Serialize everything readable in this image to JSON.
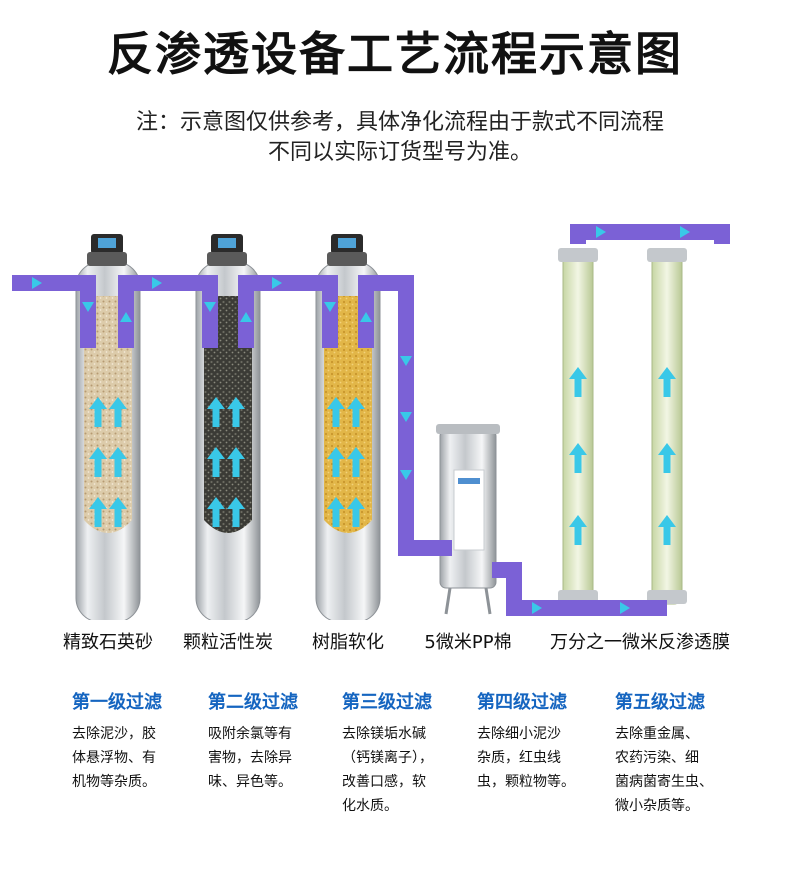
{
  "title": "反渗透设备工艺流程示意图",
  "note": {
    "line1": "注：示意图仅供参考，具体净化流程由于款式不同流程",
    "line2": "不同以实际订货型号为准。"
  },
  "equipment": [
    {
      "label": "精致石英砂"
    },
    {
      "label": "颗粒活性炭"
    },
    {
      "label": "树脂软化"
    },
    {
      "label": "5微米PP棉"
    },
    {
      "label": "万分之一微米反渗透膜"
    }
  ],
  "stages": [
    {
      "title": "第一级过滤",
      "desc": [
        "去除泥沙，胶",
        "体悬浮物、有",
        "机物等杂质。"
      ]
    },
    {
      "title": "第二级过滤",
      "desc": [
        "吸附余氯等有",
        "害物，去除异",
        "味、异色等。"
      ]
    },
    {
      "title": "第三级过滤",
      "desc": [
        "去除镁垢水碱",
        "（钙镁离子），",
        "改善口感，软",
        "化水质。"
      ]
    },
    {
      "title": "第四级过滤",
      "desc": [
        "去除细小泥沙",
        "杂质，红虫线",
        "虫，颗粒物等。"
      ]
    },
    {
      "title": "第五级过滤",
      "desc": [
        "去除重金属、",
        "农药污染、细",
        "菌病菌寄生虫、",
        "微小杂质等。"
      ]
    }
  ],
  "colors": {
    "pipe": "#7b61d6",
    "arrow": "#39c8e8",
    "stage_title": "#1565c0",
    "quartz_media": "#d9c7a6",
    "carbon_media": "#3b3b36",
    "resin_media": "#e3b84a"
  }
}
